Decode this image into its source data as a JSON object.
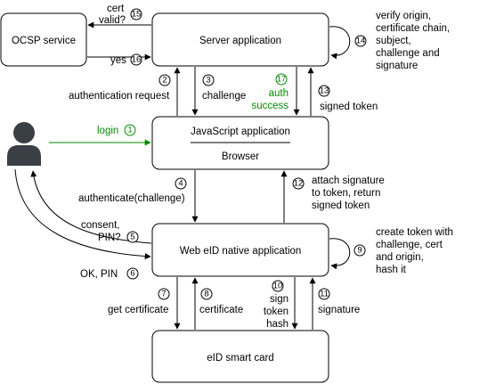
{
  "boxes": {
    "ocsp": "OCSP service",
    "server": "Server application",
    "js": "JavaScript application",
    "browser": "Browser",
    "native": "Web eID native application",
    "card": "eID smart card"
  },
  "steps": [
    {
      "n": "1",
      "lines": [
        "login"
      ]
    },
    {
      "n": "2",
      "lines": [
        "authentication request"
      ]
    },
    {
      "n": "3",
      "lines": [
        "challenge"
      ]
    },
    {
      "n": "4",
      "lines": [
        "authenticate(challenge)"
      ]
    },
    {
      "n": "5",
      "lines": [
        "consent,",
        "PIN?"
      ]
    },
    {
      "n": "6",
      "lines": [
        "OK, PIN"
      ]
    },
    {
      "n": "7",
      "lines": [
        "get certificate"
      ]
    },
    {
      "n": "8",
      "lines": [
        "certificate"
      ]
    },
    {
      "n": "9",
      "lines": [
        "create token with",
        "challenge, cert",
        "and origin,",
        "hash it"
      ]
    },
    {
      "n": "10",
      "lines": [
        "sign",
        "token",
        "hash"
      ]
    },
    {
      "n": "11",
      "lines": [
        "signature"
      ]
    },
    {
      "n": "12",
      "lines": [
        "attach signature",
        "to token, return",
        "signed token"
      ]
    },
    {
      "n": "13",
      "lines": [
        "signed token"
      ]
    },
    {
      "n": "14",
      "lines": [
        "verify origin,",
        "certificate chain,",
        "subject,",
        "challenge and",
        "signature"
      ]
    },
    {
      "n": "15",
      "lines": [
        "cert",
        "valid?"
      ]
    },
    {
      "n": "16",
      "lines": [
        "yes"
      ]
    },
    {
      "n": "17",
      "lines": [
        "auth",
        "success"
      ]
    }
  ],
  "colors": {
    "line": "#000000",
    "highlight": "#008a00",
    "user": "#3a3f45"
  },
  "icons": {
    "user": "user-icon"
  }
}
